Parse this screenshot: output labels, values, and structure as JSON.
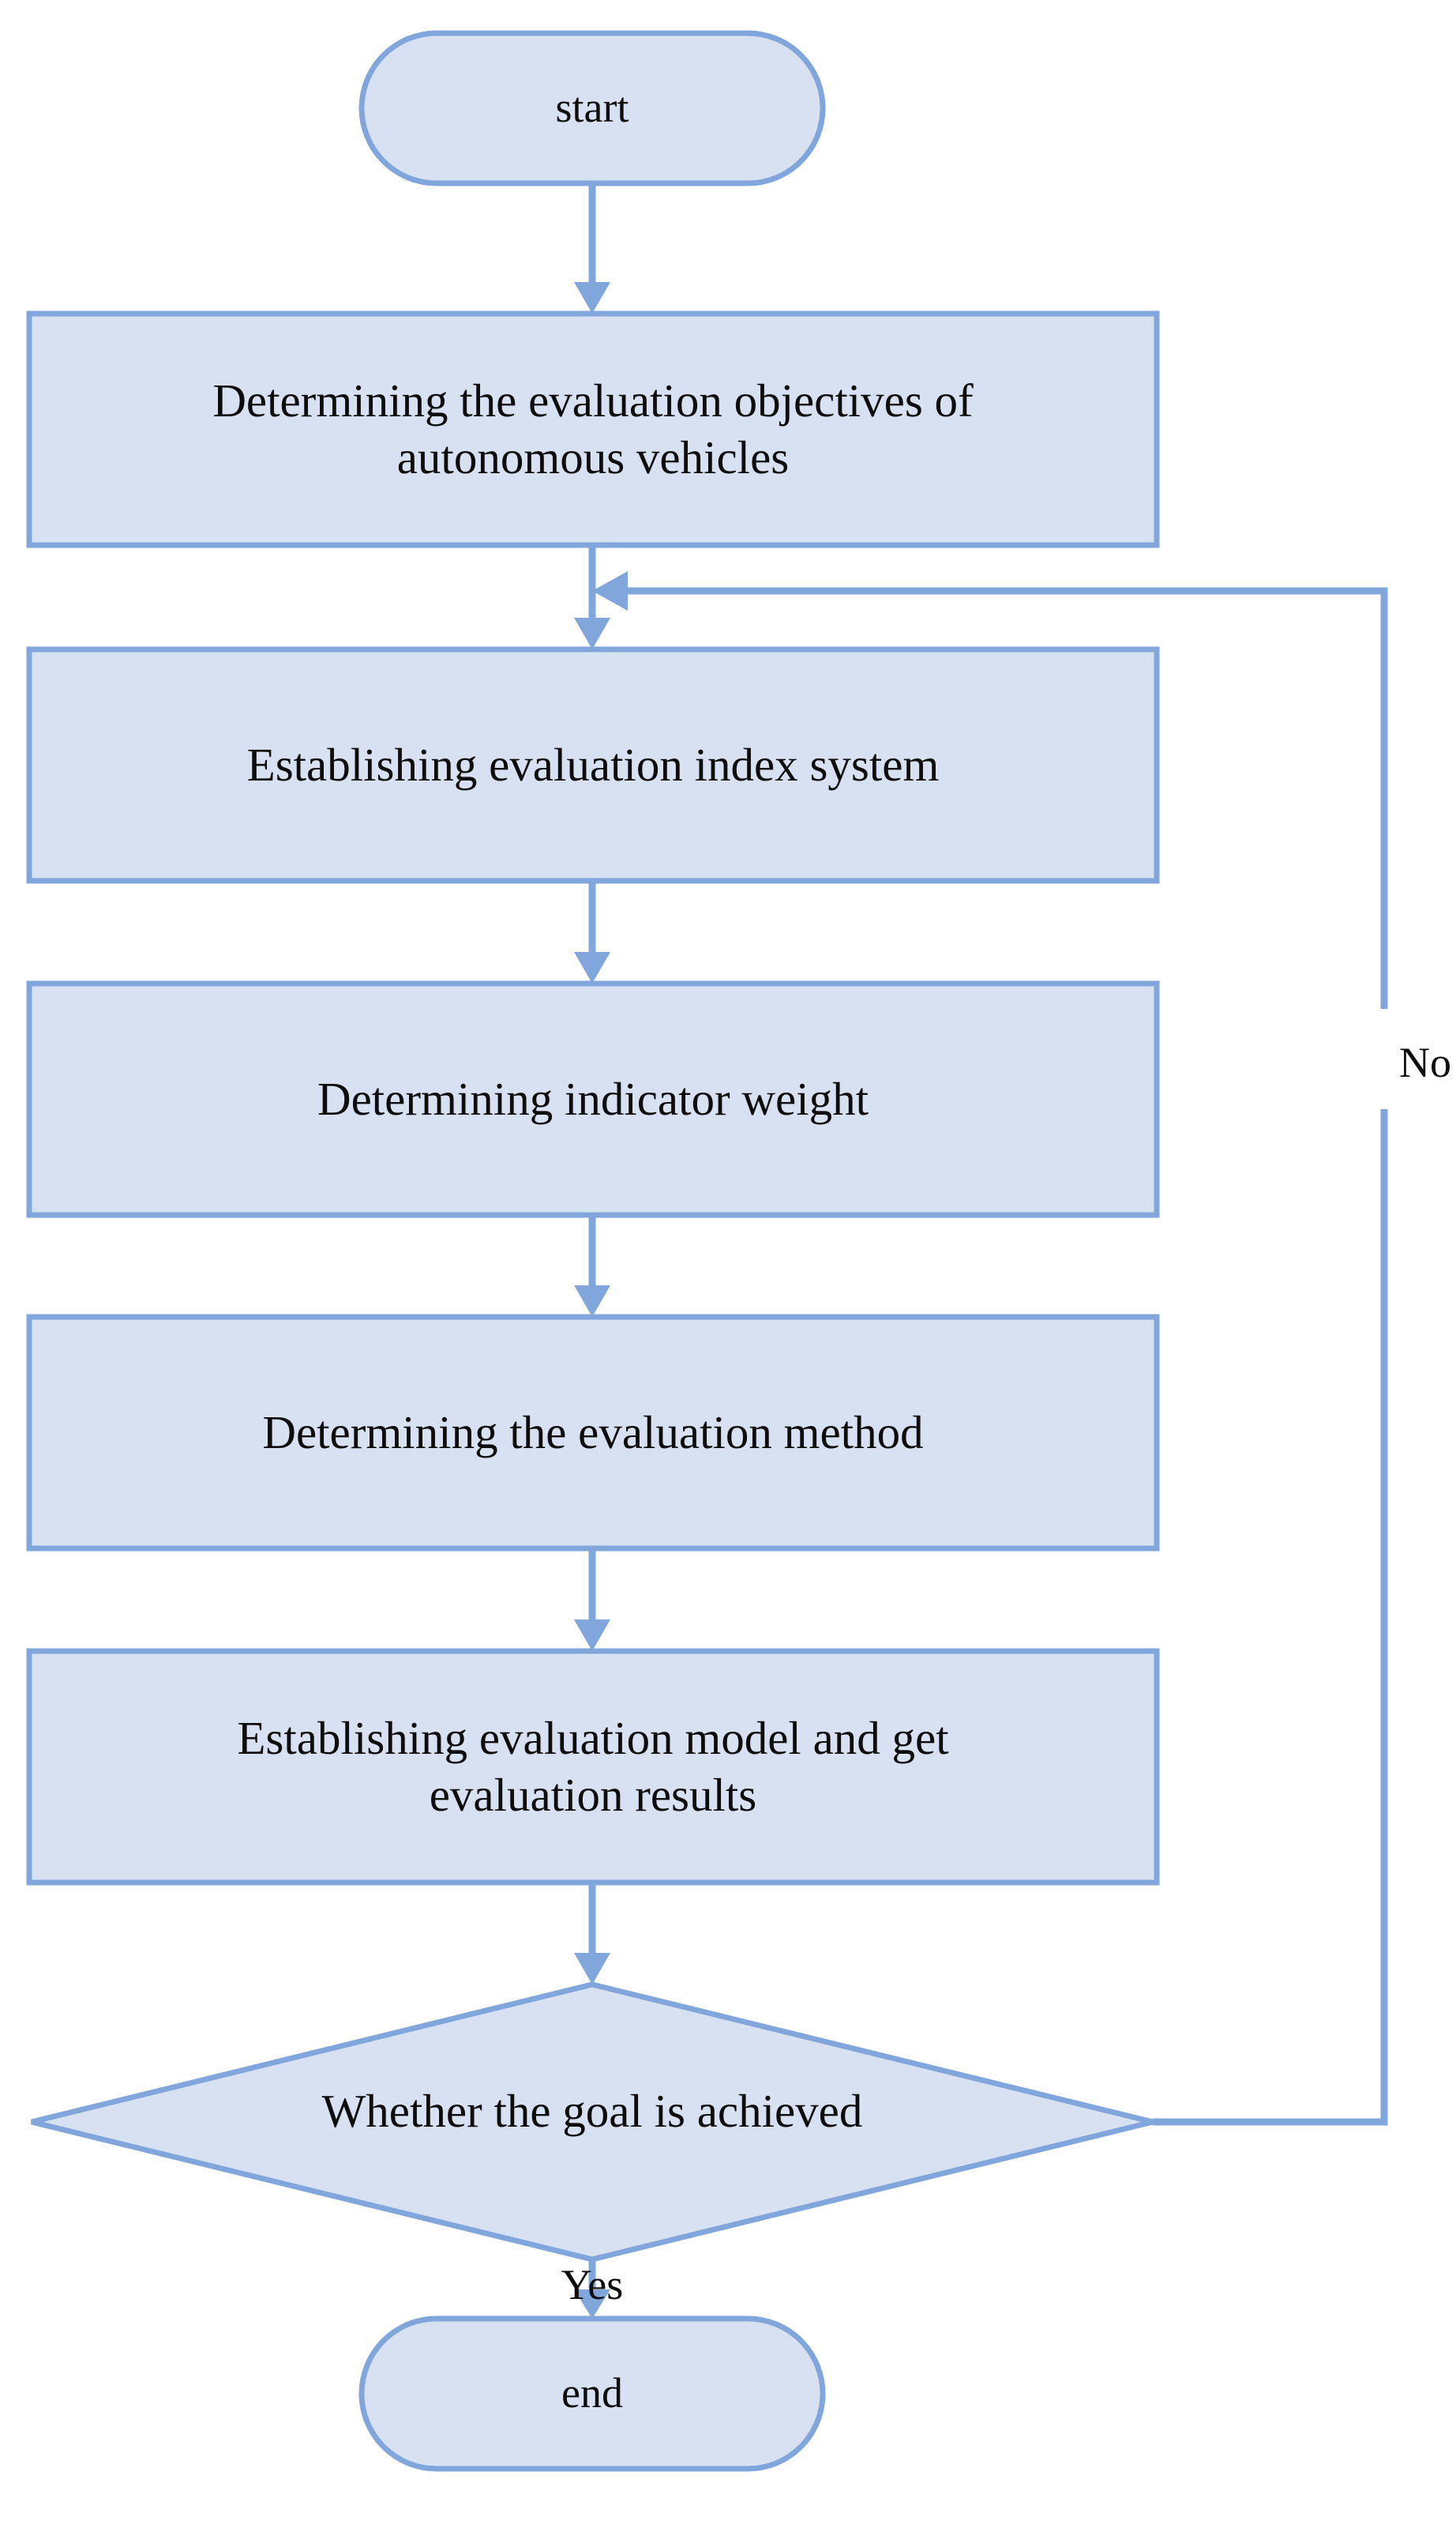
{
  "diagram": {
    "title": "Evaluation process flowchart for autonomous vehicles",
    "type": "flowchart",
    "orientation": "top-to-bottom",
    "style": {
      "node_fill": "#d7e1f1",
      "node_stroke": "#80a6dc",
      "connector_color": "#80a6dc",
      "text_color": "#0d0d0d",
      "background": "#ffffff",
      "stroke_width": 6
    },
    "nodes": [
      {
        "id": "start",
        "shape": "terminator",
        "label": "start"
      },
      {
        "id": "p1",
        "shape": "process",
        "label": "Determining the evaluation objectives of\nautonomous vehicles"
      },
      {
        "id": "p2",
        "shape": "process",
        "label": "Establishing evaluation index system"
      },
      {
        "id": "p3",
        "shape": "process",
        "label": "Determining indicator weight"
      },
      {
        "id": "p4",
        "shape": "process",
        "label": "Determining the evaluation method"
      },
      {
        "id": "p5",
        "shape": "process",
        "label": "Establishing evaluation model and get\nevaluation results"
      },
      {
        "id": "decision",
        "shape": "decision",
        "label": "Whether the goal is achieved"
      },
      {
        "id": "end",
        "shape": "terminator",
        "label": "end"
      }
    ],
    "edges": [
      {
        "from": "start",
        "to": "p1",
        "label": ""
      },
      {
        "from": "p1",
        "to": "p2",
        "label": ""
      },
      {
        "from": "p2",
        "to": "p3",
        "label": ""
      },
      {
        "from": "p3",
        "to": "p4",
        "label": ""
      },
      {
        "from": "p4",
        "to": "p5",
        "label": ""
      },
      {
        "from": "p5",
        "to": "decision",
        "label": ""
      },
      {
        "from": "decision",
        "to": "end",
        "label": "Yes"
      },
      {
        "from": "decision",
        "to": "p2",
        "label": "No"
      }
    ],
    "edge_labels": {
      "no": "No",
      "yes": "Yes"
    }
  }
}
